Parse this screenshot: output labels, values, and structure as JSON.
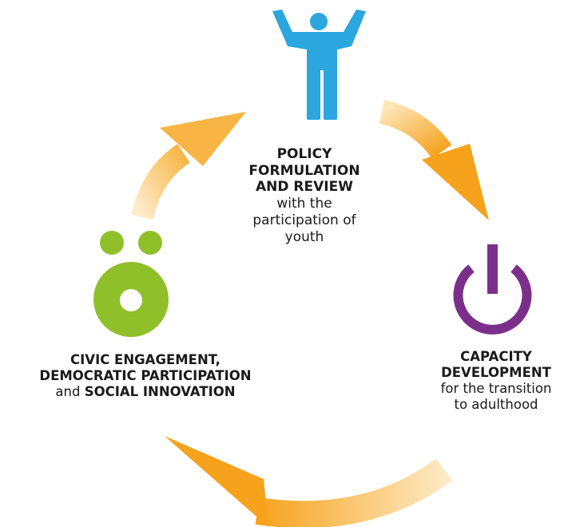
{
  "diagram": {
    "colors": {
      "arrow": "#f6a623",
      "person": "#2ba6df",
      "power": "#7c2f8a",
      "umlaut": "#8fc02a",
      "text": "#1a1a1a"
    },
    "icons": [
      "person-arms-raised-icon",
      "power-icon",
      "o-umlaut-icon"
    ],
    "nodes": {
      "policy": {
        "title_lines": [
          "POLICY",
          "FORMULATION",
          "AND REVIEW"
        ],
        "sub_lines": [
          "with the",
          "participation of",
          "youth"
        ]
      },
      "capacity": {
        "title_lines": [
          "CAPACITY",
          "DEVELOPMENT"
        ],
        "sub_lines": [
          "for the transition",
          "to adulthood"
        ]
      },
      "civic": {
        "title_lines": [
          "CIVIC ENGAGEMENT,",
          "DEMOCRATIC PARTICIPATION"
        ],
        "last_prefix": "and",
        "last_bold": "SOCIAL INNOVATION"
      }
    }
  }
}
